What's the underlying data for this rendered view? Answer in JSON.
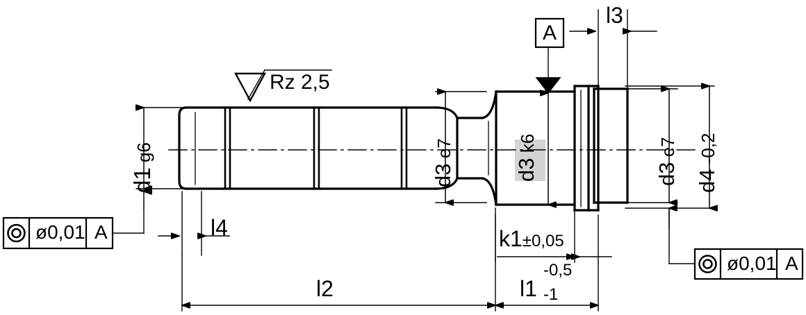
{
  "drawing": {
    "title": "Shaft technical drawing",
    "type": "mechanical-part-drawing",
    "background_color": "#ffffff",
    "line_color": "#000000",
    "highlight_color": "#d4d4d4"
  },
  "surface_finish": {
    "symbol": "surface-finish-triangle",
    "value": "Rz 2,5"
  },
  "datum": {
    "label": "A",
    "symbol": "datum-triangle-filled"
  },
  "feature_control_frames": [
    {
      "id": "left",
      "symbol": "concentricity-icon",
      "tolerance": "ø0,01",
      "datum": "A"
    },
    {
      "id": "right",
      "symbol": "concentricity-icon",
      "tolerance": "ø0,01",
      "datum": "A"
    }
  ],
  "diameter_dimensions": [
    {
      "id": "d1",
      "name": "d1",
      "fit": "g6",
      "text": "d1",
      "tol": "g6"
    },
    {
      "id": "d3_left",
      "name": "d3",
      "fit": "e7",
      "text": "d3",
      "tol": "e7"
    },
    {
      "id": "d3_mid",
      "name": "d3",
      "fit": "k6",
      "text": "d3",
      "tol": "k6",
      "highlighted": true
    },
    {
      "id": "d3_right",
      "name": "d3",
      "fit": "e7",
      "text": "d3",
      "tol": "e7"
    },
    {
      "id": "d4",
      "name": "d4",
      "fit": "-0,2",
      "text": "d4",
      "tol": "-0,2"
    }
  ],
  "length_dimensions": [
    {
      "id": "l2",
      "text": "l2",
      "tol": ""
    },
    {
      "id": "l1",
      "text": "l1",
      "tol_upper": "-0,5",
      "tol_lower": "-1"
    },
    {
      "id": "l3",
      "text": "l3",
      "tol": ""
    },
    {
      "id": "l4",
      "text": "l4",
      "tol": ""
    },
    {
      "id": "k1",
      "text": "k1",
      "tol": "±0,05"
    }
  ]
}
